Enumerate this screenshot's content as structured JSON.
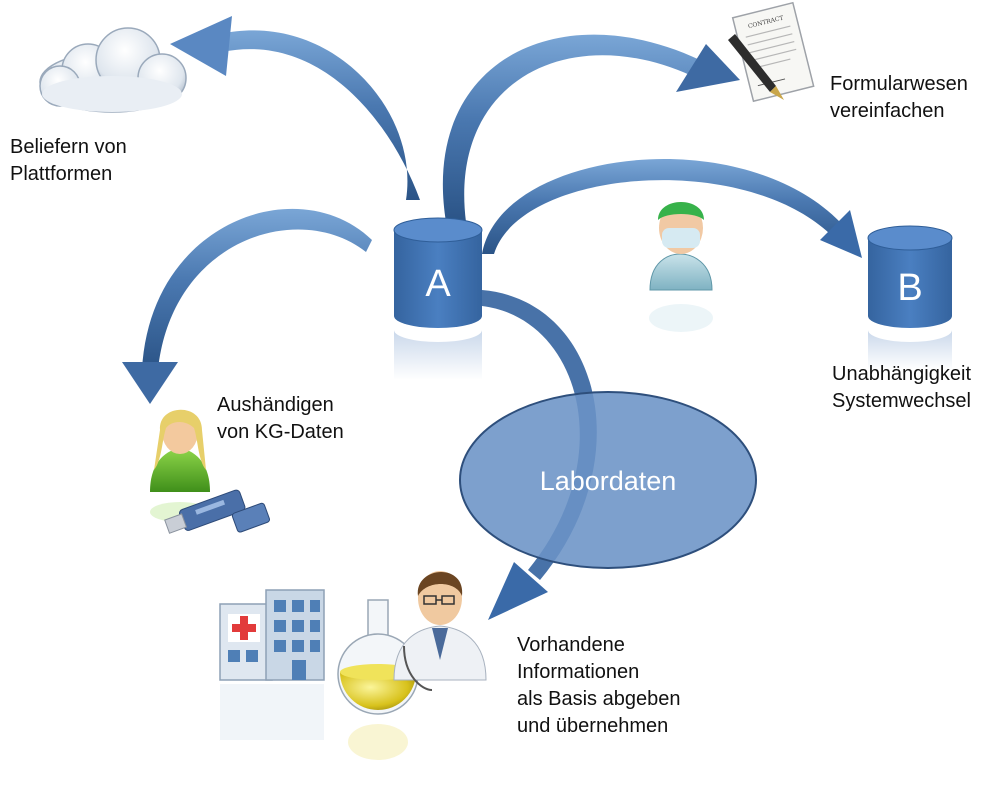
{
  "colors": {
    "arrow_dark": "#2e5a8c",
    "arrow_light": "#7aa6d6",
    "cylinder_fill": "#3f72b6",
    "cylinder_top": "#5a8ccc",
    "ellipse_fill": "#6b93c6",
    "ellipse_stroke": "#2e4f7c",
    "text": "#111111"
  },
  "icons": [
    "cloud-icon",
    "contract-pen-icon",
    "surgeon-icon",
    "woman-user-icon",
    "usb-stick-icon",
    "hospital-icon",
    "flask-icon",
    "doctor-icon"
  ],
  "diagram": {
    "db_a": "A",
    "db_b": "B",
    "center": "Labordaten",
    "label_cloud": "Beliefern von\nPlattformen",
    "label_form": "Formularwesen\nvereinfachen",
    "label_independence": "Unabhängigkeit\nSystemwechsel",
    "label_handover": "Aushändigen\nvon KG-Daten",
    "label_info": "Vorhandene\nInformationen\nals Basis abgeben\nund übernehmen"
  }
}
